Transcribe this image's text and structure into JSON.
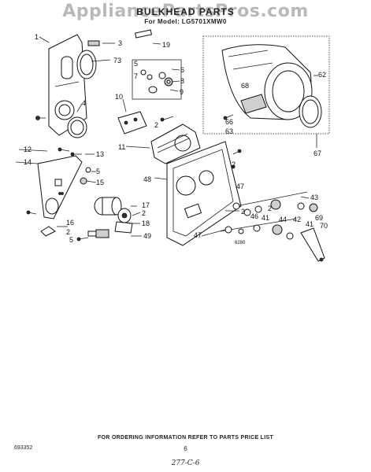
{
  "watermark": "AppliancePartsPros.com",
  "header": {
    "title": "BULKHEAD PARTS",
    "model_line": "For Model: LG5701XMW0"
  },
  "callouts": [
    "1",
    "3",
    "19",
    "4",
    "73",
    "5",
    "6",
    "8",
    "7",
    "9",
    "10",
    "2",
    "11",
    "68",
    "62",
    "66",
    "63",
    "67",
    "12",
    "13",
    "14",
    "5",
    "15",
    "48",
    "2",
    "2",
    "47",
    "43",
    "69",
    "70",
    "2",
    "46",
    "41",
    "44",
    "42",
    "41",
    "17",
    "2",
    "18",
    "16",
    "49",
    "5",
    "2",
    "47"
  ],
  "diagram_code": "6280",
  "footer": {
    "ordering_note": "FOR ORDERING INFORMATION REFER TO PARTS PRICE LIST",
    "page_number": "6",
    "doc_number": "693352",
    "handwritten_note": "277-C-6"
  }
}
